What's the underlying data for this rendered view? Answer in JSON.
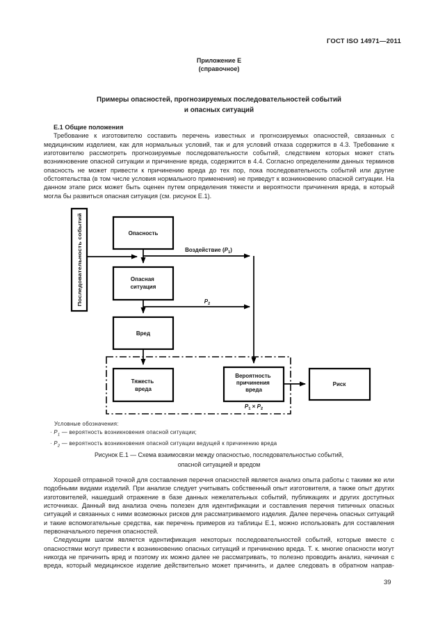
{
  "page": {
    "header_right": "ГОСТ ISO 14971—2011",
    "appendix_label": "Приложение Е",
    "appendix_note": "(справочное)",
    "title_line1": "Примеры опасностей, прогнозируемых последовательностей событий",
    "title_line2": "и опасных ситуаций",
    "page_number": "39"
  },
  "section": {
    "heading": "Е.1 Общие положения",
    "paragraph1": "Требование к изготовителю составить перечень известных и прогнозируемых опасностей, связанных с медицинским изделием, как для нормальных условий, так и для условий отказа содержится в 4.3. Требование к изготовителю рассмотреть прогнозируемые последовательности событий, следствием которых может стать возникновение опасной ситуации и причинение вреда, содержится в 4.4. Согласно определениям данных терминов опасность не может привести к причинению вреда до тех пор, пока последовательность событий или другие обстоятельства (в том числе условия нормального применения) не приведут к возникновению опасной ситуации. На данном этапе риск может быть оценен путем определения тяжести и вероятности причинения вреда, в который могла бы развиться опасная ситуация (см. рисунок Е.1).",
    "paragraph2": "Хорошей отправной точкой для составления перечня опасностей является анализ опыта работы с такими же или подобными видами изделий. При анализе следует учитывать собственный опыт изготовителя, а также опыт других изготовителей, нашедший отражение в базе данных нежелательных событий, публикациях и других доступных источниках. Данный вид анализа очень полезен для идентификации и составления перечня типичных опасных ситуаций и связанных с ними возможных рисков для рассматриваемого изделия. Далее перечень опасных ситуаций и такие вспомогательные средства, как перечень примеров из таблицы Е.1, можно использовать для составления первоначального перечня опасностей.",
    "paragraph3": "Следующим шагом является идентификация некоторых последовательностей событий, которые вместе с опасностями могут привести к возникновению опасных ситуаций и причинению вреда. Т. к. многие опасности могут никогда не причинить вред и поэтому их можно далее не рассматривать, то полезно проводить анализ, начиная с вреда, который медицинское изделие действительно может причинить, и далее следовать в обратном направ-"
  },
  "figure": {
    "caption_line1": "Рисунок Е.1 — Схема взаимосвязи между опасностью, последовательностью событий,",
    "caption_line2": "опасной ситуацией и вредом",
    "legend": {
      "title": "Условные обозначения:",
      "items": [
        {
          "bullet": "·",
          "sym_base": "P",
          "sym_sub": "1",
          "text": "— вероятность возникновения опасной ситуации;"
        },
        {
          "bullet": "·",
          "sym_base": "P",
          "sym_sub": "2",
          "text": "— вероятность возникновения опасной ситуации ведущей к причинению вреда"
        }
      ]
    }
  },
  "diagram": {
    "sequence_label": "Последовательность событий",
    "hazard": "Опасность",
    "hazardous_situation_line1": "Опасная",
    "hazardous_situation_line2": "ситуация",
    "harm": "Вред",
    "severity_line1": "Тяжесть",
    "severity_line2": "вреда",
    "probability_line1": "Вероятность",
    "probability_line2": "причинения",
    "probability_line3": "вреда",
    "risk": "Риск",
    "label_exposure_prefix": "Воздействие (",
    "label_exposure_base": "P",
    "label_exposure_sub": "1",
    "label_exposure_suffix": ")",
    "label_p2_base": "P",
    "label_p2_sub": "2",
    "label_product_base1": "P",
    "label_product_sub1": "1",
    "label_product_times": " × ",
    "label_product_base2": "P",
    "label_product_sub2": "2",
    "stroke_color": "#000000"
  }
}
